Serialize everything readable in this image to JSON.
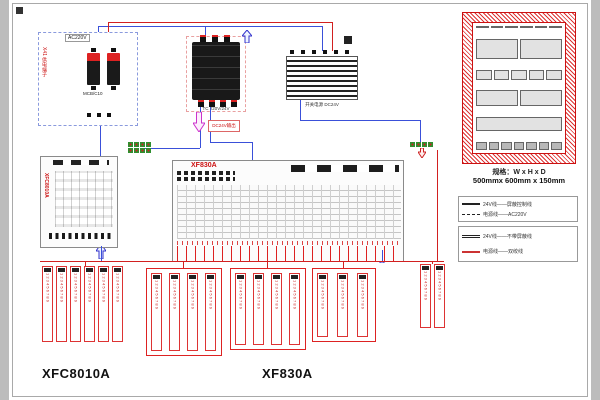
{
  "sheet": {
    "bottom_label_left": "XFC8010A",
    "bottom_label_center": "XF830A"
  },
  "power_block": {
    "input_label": "AC220V",
    "terminal_label": "X41 供电端子",
    "breaker_label": "MCB/C10"
  },
  "transformer": {
    "label": "TC 220V/24V"
  },
  "psu": {
    "label": "开关电源 DC24V"
  },
  "dc_tag": {
    "label": "DC24V输出"
  },
  "boards": {
    "left": {
      "name": "XFC8010A"
    },
    "center": {
      "name": "XF830A"
    }
  },
  "cabinet": {
    "spec_title": "规格：W x H x D",
    "spec_dims": "500mmx 600mm x 150mm"
  },
  "legend": {
    "box1_row1": "24V线——屏蔽控制线",
    "box1_row2": "电源线——AC220V",
    "box2_row1": "24V线——不带屏蔽线",
    "box2_row2": "电源线——双绞线"
  },
  "strips": {
    "numbers": "1 2 3 4 5 6 7 8 9"
  }
}
